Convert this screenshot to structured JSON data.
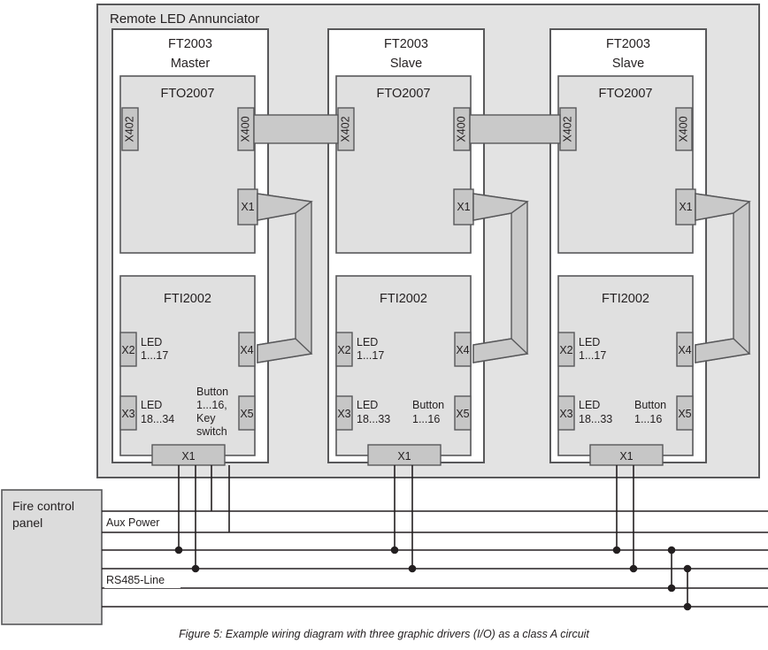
{
  "figure": {
    "caption": "Figure 5: Example wiring diagram with three graphic drivers (I/O) as a class A circuit"
  },
  "colors": {
    "outer_fill": "#e3e3e3",
    "unit_fill": "#ffffff",
    "board_fill": "#e0e0e0",
    "connector_fill": "#c6c6c6",
    "cable_fill": "#c9c9c9",
    "panel_fill": "#dcdcdc",
    "stroke": "#58585a",
    "wire": "#231f20",
    "text": "#231f20",
    "background": "#ffffff"
  },
  "annunciator": {
    "title": "Remote LED Annunciator",
    "units": [
      {
        "id": "unit-master",
        "title_line1": "FT2003",
        "title_line2": "Master",
        "role": "Master",
        "output_board": {
          "name": "FTO2007",
          "connectors": [
            {
              "id": "X402",
              "label": "X402",
              "side": "left",
              "orientation": "vertical"
            },
            {
              "id": "X400",
              "label": "X400",
              "side": "right",
              "orientation": "vertical"
            },
            {
              "id": "X1",
              "label": "X1",
              "side": "right",
              "orientation": "horizontal"
            }
          ]
        },
        "input_board": {
          "name": "FTI2002",
          "connectors": [
            {
              "id": "X2",
              "label": "X2",
              "side": "left",
              "io_label": "LED\n1...17"
            },
            {
              "id": "X3",
              "label": "X3",
              "side": "left",
              "io_label": "LED\n18...34"
            },
            {
              "id": "X4",
              "label": "X4",
              "side": "right",
              "io_label": ""
            },
            {
              "id": "X5",
              "label": "X5",
              "side": "right",
              "io_label": "Button\n1...16,\nKey\nswitch"
            },
            {
              "id": "X1",
              "label": "X1",
              "side": "bottom",
              "io_label": ""
            }
          ],
          "io": {
            "led_upper_line1": "LED",
            "led_upper_line2": "1...17",
            "led_lower_line1": "LED",
            "led_lower_line2": "18...34",
            "button_line1": "Button",
            "button_line2": "1...16,",
            "button_line3": "Key",
            "button_line4": "switch"
          }
        },
        "field_wires": 4
      },
      {
        "id": "unit-slave-1",
        "title_line1": "FT2003",
        "title_line2": "Slave",
        "role": "Slave",
        "output_board": {
          "name": "FTO2007",
          "connectors": [
            {
              "id": "X402",
              "label": "X402",
              "side": "left",
              "orientation": "vertical"
            },
            {
              "id": "X400",
              "label": "X400",
              "side": "right",
              "orientation": "vertical"
            },
            {
              "id": "X1",
              "label": "X1",
              "side": "right",
              "orientation": "horizontal"
            }
          ]
        },
        "input_board": {
          "name": "FTI2002",
          "connectors": [
            {
              "id": "X2",
              "label": "X2",
              "side": "left",
              "io_label": "LED\n1...17"
            },
            {
              "id": "X3",
              "label": "X3",
              "side": "left",
              "io_label": "LED\n18...33"
            },
            {
              "id": "X4",
              "label": "X4",
              "side": "right",
              "io_label": ""
            },
            {
              "id": "X5",
              "label": "X5",
              "side": "right",
              "io_label": "Button\n1...16"
            },
            {
              "id": "X1",
              "label": "X1",
              "side": "bottom",
              "io_label": ""
            }
          ],
          "io": {
            "led_upper_line1": "LED",
            "led_upper_line2": "1...17",
            "led_lower_line1": "LED",
            "led_lower_line2": "18...33",
            "button_line1": "Button",
            "button_line2": "1...16",
            "button_line3": "",
            "button_line4": ""
          }
        },
        "field_wires": 2
      },
      {
        "id": "unit-slave-2",
        "title_line1": "FT2003",
        "title_line2": "Slave",
        "role": "Slave",
        "output_board": {
          "name": "FTO2007",
          "connectors": [
            {
              "id": "X402",
              "label": "X402",
              "side": "left",
              "orientation": "vertical"
            },
            {
              "id": "X400",
              "label": "X400",
              "side": "right",
              "orientation": "vertical"
            },
            {
              "id": "X1",
              "label": "X1",
              "side": "right",
              "orientation": "horizontal"
            }
          ]
        },
        "input_board": {
          "name": "FTI2002",
          "connectors": [
            {
              "id": "X2",
              "label": "X2",
              "side": "left",
              "io_label": "LED\n1...17"
            },
            {
              "id": "X3",
              "label": "X3",
              "side": "left",
              "io_label": "LED\n18...33"
            },
            {
              "id": "X4",
              "label": "X4",
              "side": "right",
              "io_label": ""
            },
            {
              "id": "X5",
              "label": "X5",
              "side": "right",
              "io_label": "Button\n1...16"
            },
            {
              "id": "X1",
              "label": "X1",
              "side": "bottom",
              "io_label": ""
            }
          ],
          "io": {
            "led_upper_line1": "LED",
            "led_upper_line2": "1...17",
            "led_lower_line1": "LED",
            "led_lower_line2": "18...33",
            "button_line1": "Button",
            "button_line2": "1...16",
            "button_line3": "",
            "button_line4": ""
          }
        },
        "field_wires": 2
      }
    ],
    "inter_unit_cables": [
      {
        "id": "cable-master-slave1",
        "from": "X400",
        "to": "X402"
      },
      {
        "id": "cable-slave1-slave2",
        "from": "X400",
        "to": "X402"
      }
    ]
  },
  "fire_panel": {
    "title_line1": "Fire control",
    "title_line2": "panel"
  },
  "bus_labels": {
    "aux_power": "Aux Power",
    "rs485": "RS485-Line"
  },
  "circuit": {
    "type": "class A",
    "description": "Example wiring diagram with three graphic drivers (I/O) as a class A circuit"
  }
}
